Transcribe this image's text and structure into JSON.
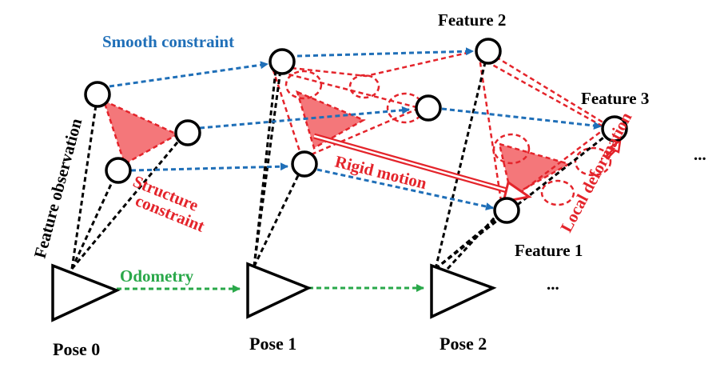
{
  "labels": {
    "pose0": "Pose 0",
    "pose1": "Pose 1",
    "pose2": "Pose 2",
    "feature1": "Feature 1",
    "feature2": "Feature 2",
    "feature3": "Feature 3",
    "ellipsis_right": "...",
    "ellipsis_bottom": "...",
    "smooth_constraint": "Smooth constraint",
    "feature_observation": "Feature observation",
    "odometry": "Odometry",
    "structure": "Structure",
    "constraint": "constraint",
    "rigid_motion": "Rigid motion",
    "local_deformation": "Local deformation"
  },
  "colors": {
    "smooth": "#1f6fb8",
    "odometry": "#2aa84a",
    "structure": "#e4242b",
    "structure_fill": "#f4777a",
    "observation": "#000000"
  }
}
